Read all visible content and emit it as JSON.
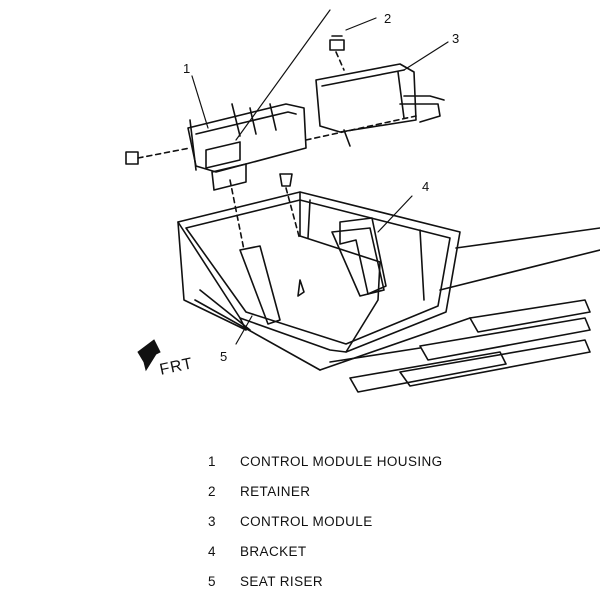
{
  "callouts": [
    {
      "number": "1"
    },
    {
      "number": "2"
    },
    {
      "number": "3"
    },
    {
      "number": "4"
    },
    {
      "number": "5"
    }
  ],
  "direction_label": "FRT",
  "legend": [
    {
      "number": "1",
      "label": "CONTROL MODULE HOUSING"
    },
    {
      "number": "2",
      "label": "RETAINER"
    },
    {
      "number": "3",
      "label": "CONTROL MODULE"
    },
    {
      "number": "4",
      "label": "BRACKET"
    },
    {
      "number": "5",
      "label": "SEAT RISER"
    }
  ]
}
